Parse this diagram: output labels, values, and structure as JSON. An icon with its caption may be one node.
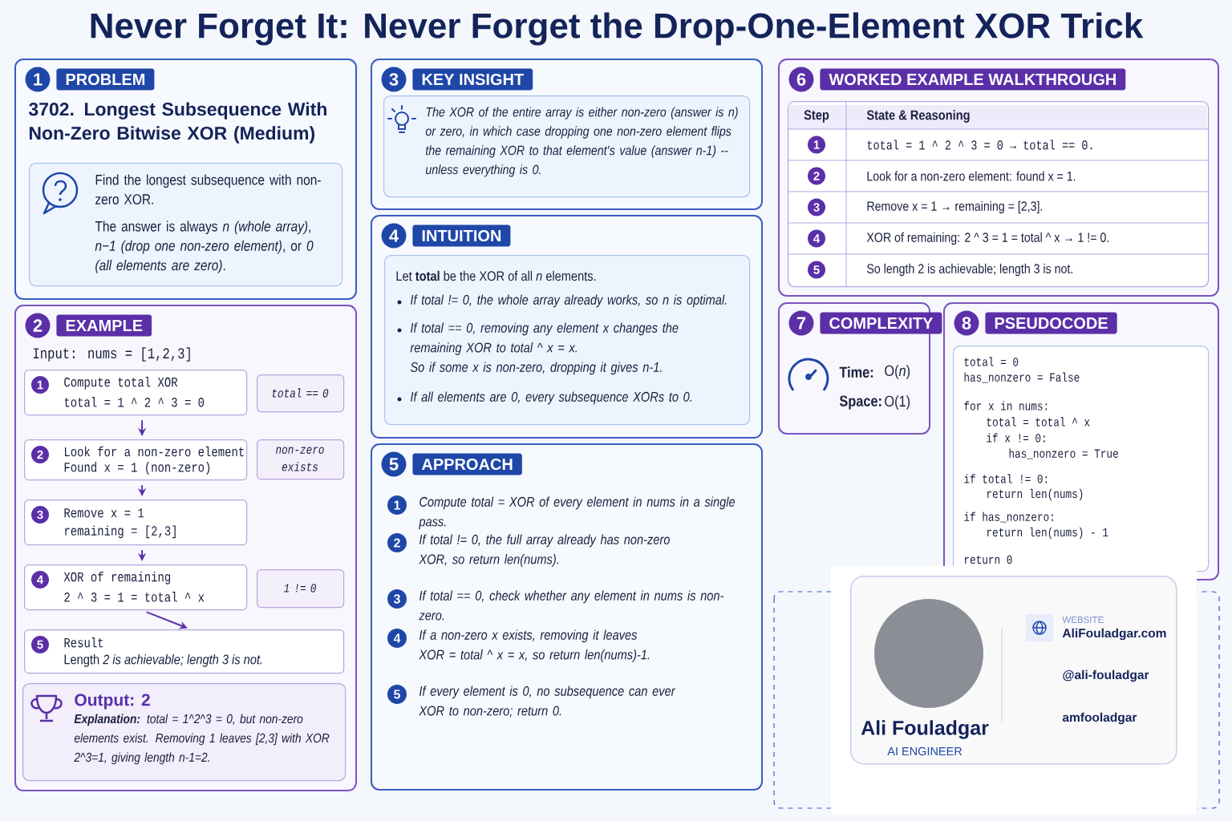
{
  "diagram": {
    "title": "Never Forget It: Never Forget the Drop-One-Element XOR Trick",
    "nodes": [
      {
        "text": [
          "1",
          "PROBLEM",
          "3702. Longest Subsequence With Non-Zero Bitwise XOR (Medium)"
        ]
      },
      {
        "text": [
          "Find the longest subsequence with non-zero XOR.",
          "The answer is always *n (whole array)*, *n−1 (drop one non-zero element)*, or *0 (all elements are zero)*."
        ],
        "in": 0
      },
      {
        "text": [
          "2",
          "EXAMPLE",
          "Input: nums = [1,2,3]"
        ]
      },
      {
        "text": [
          "1",
          "Compute total XOR",
          "total = 1 ^ 2 ^ 3 = 0"
        ],
        "in": 2
      },
      {
        "text": [
          "total == 0"
        ],
        "in": 2
      },
      {
        "text": [
          "2",
          "Look for a non-zero element",
          "Found x = 1 (non-zero)"
        ],
        "in": 2
      },
      {
        "text": [
          "non-zero exists"
        ],
        "in": 2
      },
      {
        "text": [
          "3",
          "Remove x = 1",
          "remaining = [2,3]"
        ],
        "in": 2
      },
      {
        "text": [
          "4",
          "XOR of remaining",
          "2 ^ 3 = 1 = total ^ x"
        ],
        "in": 2
      },
      {
        "text": [
          "1 != 0"
        ],
        "in": 2
      },
      {
        "text": [
          "5",
          "Result",
          "Length *2 is achievable; length 3 is not.*"
        ],
        "in": 2
      },
      {
        "text": [
          "Output: 2",
          "**Explanation:** total = 1^2^3 = 0, but non-zero elements exist. Removing 1 leaves [2,3] with XOR 2^3=1, giving length n-1=2."
        ],
        "in": 2
      },
      {
        "text": [
          "3",
          "KEY INSIGHT"
        ]
      },
      {
        "text": [
          "The XOR of the entire array is either non-zero (answer is n) or zero, in which case dropping one non-zero element flips the remaining XOR to that element's value (answer n-1) -- unless everything is 0."
        ],
        "in": 12
      },
      {
        "text": [
          "4",
          "INTUITION"
        ]
      },
      {
        "text": [
          "Let **total** be the XOR of all *n* elements.",
          "If total != 0, the whole array already works, so n is optimal.",
          "If total == 0, removing any element x changes the remaining XOR to total ^ x = x.",
          "So if some x is non-zero, dropping it gives n-1.",
          "If all elements are 0, every subsequence XORs to 0."
        ],
        "in": 14
      },
      {
        "text": [
          "5",
          "APPROACH",
          "1",
          "Compute total = XOR of every element in nums in a single pass.",
          "2",
          "If total != 0, the full array already has non-zero XOR, so return len(nums).",
          "3",
          "If total == 0, check whether any element in nums is non-zero.",
          "4",
          "If a non-zero x exists, removing it leaves XOR = total ^ x = x, so return len(nums)-1.",
          "5",
          "If every element is 0, no subsequence can ever XOR to non-zero; return 0."
        ]
      },
      {
        "text": [
          "6",
          "WORKED EXAMPLE WALKTHROUGH"
        ]
      },
      {
        "text": [
          "Step",
          "State & Reasoning",
          "1",
          "total = 1 ^ 2 ^ 3 = 0 → total == 0.",
          "2",
          "Look for a non-zero element: found x = 1.",
          "3",
          "Remove x = 1 → remaining = [2,3].",
          "4",
          "XOR of remaining: 2 ^ 3 = 1 = total ^ x → 1 != 0.",
          "5",
          "So length 2 is achievable; length 3 is not."
        ],
        "in": 17
      },
      {
        "text": [
          "7",
          "COMPLEXITY",
          "Time:",
          "O(*n*)",
          "Space:",
          "O(1)"
        ]
      },
      {
        "text": [
          "8",
          "PSEUDOCODE"
        ]
      },
      {
        "text": [
          "total = 0",
          "has_nonzero = False",
          "for x in nums:",
          "total = total ^ x",
          "if x != 0:",
          "has_nonzero = True",
          "if total != 0:",
          "return len(nums)",
          "if has_nonzero:",
          "return len(nums) - 1",
          "return 0"
        ],
        "in": 20
      },
      {
        "text": [
          "Ali Fouladgar",
          "AI ENGINEER",
          "WEBSITE",
          "AliFouladgar.com",
          "@ali-fouladgar",
          "amfooladgar"
        ]
      }
    ],
    "edges": [
      {
        "from": 3,
        "to": 5,
        "arrow": "to"
      },
      {
        "from": 5,
        "to": 7,
        "arrow": "to"
      },
      {
        "from": 7,
        "to": 8,
        "arrow": "to"
      },
      {
        "from": 8,
        "to": 10,
        "arrow": "to"
      }
    ]
  }
}
